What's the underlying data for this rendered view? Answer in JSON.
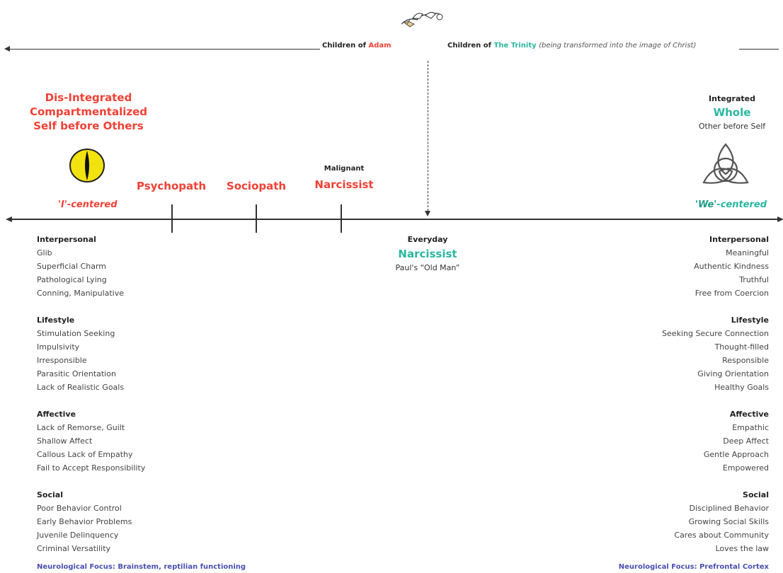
{
  "header": {
    "left_label_prefix": "Children of ",
    "left_label_accent": "Adam",
    "right_label_prefix": "Children of ",
    "right_label_accent": "The Trinity",
    "right_label_note": "(being transformed into the image of Christ)"
  },
  "left_pole": {
    "lines": [
      "Dis-Integrated",
      "Compartmentalized",
      "Self before Others"
    ],
    "centered_label": "'I'-centered",
    "icon": "serpent-eye-icon"
  },
  "right_pole": {
    "line1": "Integrated",
    "line2": "Whole",
    "line3": "Other before Self",
    "centered_label_accent": "'We'",
    "centered_label_rest": "-centered",
    "icon": "trinity-knot-icon"
  },
  "markers": {
    "psychopath": "Psychopath",
    "sociopath": "Sociopath",
    "malignant_small": "Malignant",
    "malignant_big": "Narcissist"
  },
  "everyday": {
    "small": "Everyday",
    "big": "Narcissist",
    "sub": "Paul's “Old Man”"
  },
  "left_list": [
    {
      "category": "Interpersonal",
      "items": [
        "Glib",
        "Superficial Charm",
        "Pathological Lying",
        "Conning, Manipulative"
      ]
    },
    {
      "category": "Lifestyle",
      "items": [
        "Stimulation Seeking",
        "Impulsivity",
        "Irresponsible",
        "Parasitic Orientation",
        "Lack of Realistic Goals"
      ]
    },
    {
      "category": "Affective",
      "items": [
        "Lack of Remorse, Guilt",
        "Shallow Affect",
        "Callous Lack of Empathy",
        "Fail to Accept Responsibility"
      ]
    },
    {
      "category": "Social",
      "items": [
        "Poor Behavior Control",
        "Early Behavior Problems",
        "Juvenile Delinquency",
        "Criminal Versatility"
      ]
    }
  ],
  "right_list": [
    {
      "category": "Interpersonal",
      "items": [
        "Meaningful",
        "Authentic Kindness",
        "Truthful",
        "Free from Coercion"
      ]
    },
    {
      "category": "Lifestyle",
      "items": [
        "Seeking Secure Connection",
        "Thought-filled",
        "Responsible",
        "Giving Orientation",
        "Healthy Goals"
      ]
    },
    {
      "category": "Affective",
      "items": [
        "Empathic",
        "Deep Affect",
        "Gentle Approach",
        "Empowered"
      ]
    },
    {
      "category": "Social",
      "items": [
        "Disciplined Behavior",
        "Growing Social Skills",
        "Cares about Community",
        "Loves the law"
      ]
    }
  ],
  "neuro": {
    "left": "Neurological Focus: Brainstem, reptilian functioning",
    "right": "Neurological Focus: Prefrontal Cortex"
  },
  "colors": {
    "red": "#f04135",
    "teal": "#2ab7a1",
    "blue": "#4b4fb0",
    "eye_yellow": "#f2e20f"
  },
  "top_icon": "stork-carrying-baby-icon"
}
